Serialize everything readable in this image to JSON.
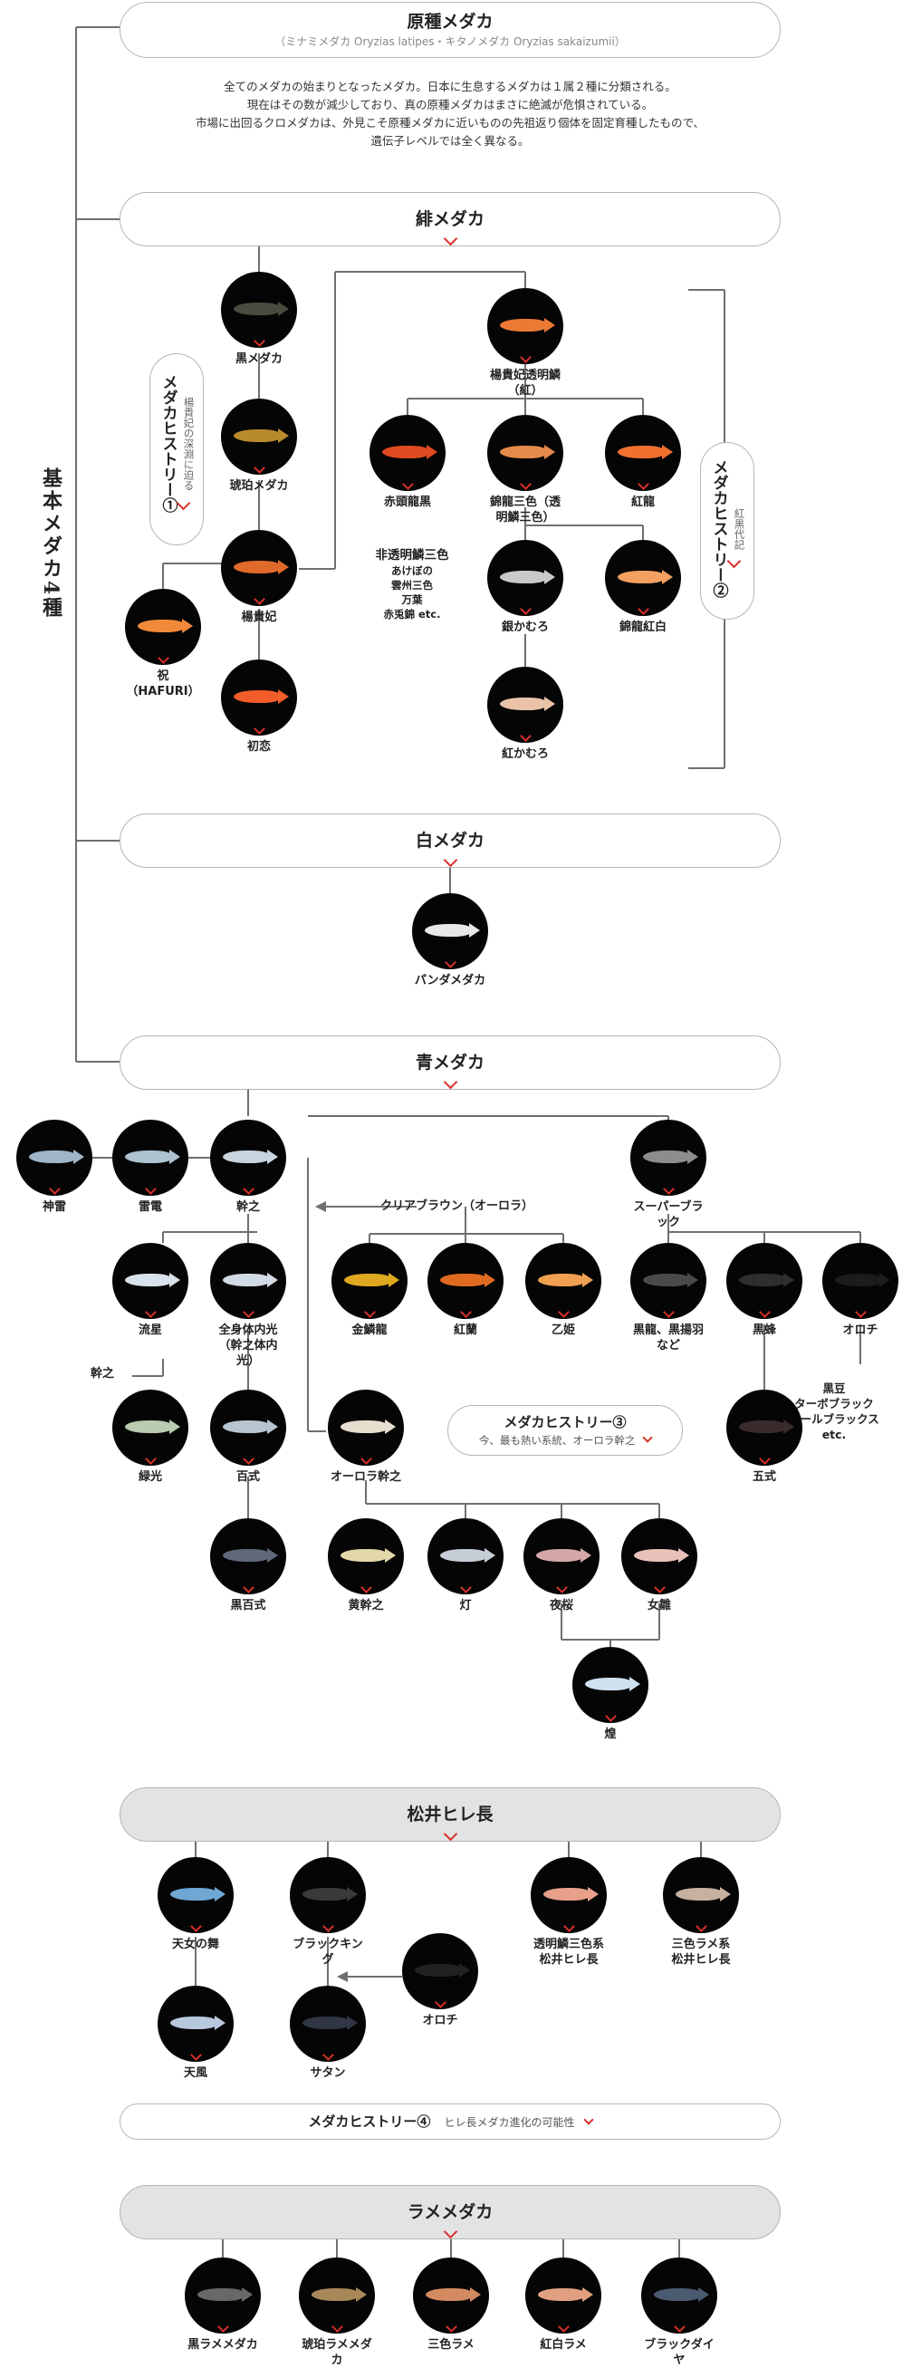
{
  "side_label": "基本メダカ4種",
  "origin": {
    "title": "原種メダカ",
    "subtitle": "（ミナミメダカ Oryzias latipes・キタノメダカ Oryzias sakaizumii）",
    "desc": [
      "全てのメダカの始まりとなったメダカ。日本に生息するメダカは１属２種に分類される。",
      "現在はその数が減少しており、真の原種メダカはまさに絶滅が危惧されている。",
      "市場に出回るクロメダカは、外見こそ原種メダカに近いものの先祖返り個体を固定育種したもので、",
      "遺伝子レベルでは全く異なる。"
    ]
  },
  "sections": {
    "hi": "緋メダカ",
    "shiro": "白メダカ",
    "ao": "青メダカ",
    "matsui": "松井ヒレ長",
    "lame": "ラメメダカ"
  },
  "histories": {
    "h1_title": "メダカヒストリー①",
    "h1_sub": "楊貴妃の深淵に迫る",
    "h2_title": "メダカヒストリー②",
    "h2_sub": "紅黒代記",
    "h3_title": "メダカヒストリー③",
    "h3_sub": "今、最も熱い系統、オーロラ幹之",
    "h4_title": "メダカヒストリー④",
    "h4_sub": "ヒレ長メダカ進化の可能性"
  },
  "notes": {
    "nontrans_title": "非透明鱗三色",
    "nontrans_list": [
      "あけぼの",
      "雲州三色",
      "万葉",
      "赤兎錦 etc."
    ],
    "clear_brown": "クリアブラウン（オーロラ）",
    "miyuki_side": "幹之",
    "orochi_sub": [
      "黒豆",
      "ターボブラック",
      "オールブラックス",
      "etc."
    ]
  },
  "fish": {
    "kuro": "黒メダカ",
    "kohaku": "琥珀メダカ",
    "youkihi": "楊貴妃",
    "hafuri": "祝（HAFURI）",
    "hatsukoi": "初恋",
    "youkihi_toumei": "楊貴妃透明鱗（紅）",
    "sekiyo": "赤頭龍黒",
    "nishiki": "錦龍三色（透明鱗三色）",
    "benryu": "紅龍",
    "gin_kamuro": "銀かむろ",
    "nishiki_kohaku": "錦龍紅白",
    "beni_kamuro": "紅かむろ",
    "panda": "パンダメダカ",
    "jinrai": "神雷",
    "raiden": "雷電",
    "miyuki": "幹之",
    "super_black": "スーパーブラック",
    "kinrinryu": "金鱗龍",
    "kouran": "紅蘭",
    "otohime": "乙姫",
    "kokuryu": "黒龍、黒揚羽など",
    "kokuhou": "黒蜂",
    "orochi": "オロチ",
    "ryusei": "流星",
    "zenshin": "全身体内光\n（幹之体内光）",
    "ryokkou": "緑光",
    "hyakushiki": "百式",
    "aurora": "オーロラ幹之",
    "goshiki": "五式",
    "kuro_hyakushiki": "黒百式",
    "ki_miyuki": "黄幹之",
    "tomoshibi": "灯",
    "yozakura": "夜桜",
    "meoto": "女雛",
    "kou": "煌",
    "tennyo": "天女の舞",
    "black_king": "ブラックキング",
    "toumei_sanshoku": "透明鱗三色系\n松井ヒレ長",
    "sanshoku_lame": "三色ラメ系\n松井ヒレ長",
    "tenpu": "天風",
    "satan": "サタン",
    "orochi2": "オロチ",
    "kuro_lame": "黒ラメメダカ",
    "kohaku_lame": "琥珀ラメメダカ",
    "sanshoku_lame2": "三色ラメ",
    "kohaku_lame2": "紅白ラメ",
    "black_diamond": "ブラックダイヤ"
  },
  "colors": {
    "accent": "#d8302a",
    "line": "#6f6f6f"
  }
}
